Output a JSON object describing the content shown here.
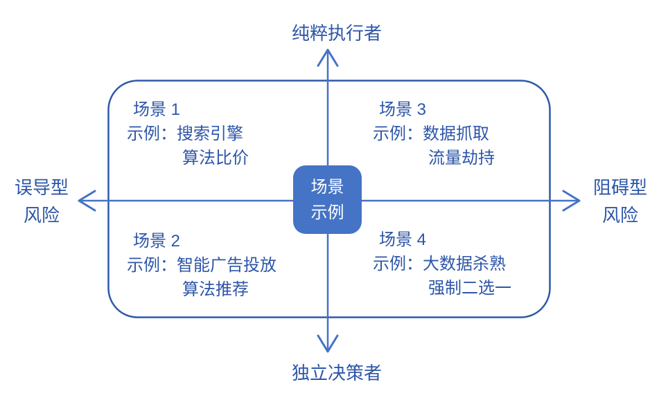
{
  "diagram": {
    "axis_labels": {
      "top": "纯粹执行者",
      "bottom": "独立决策者",
      "left": [
        "误导型",
        "风险"
      ],
      "right": [
        "阻碍型",
        "风险"
      ]
    },
    "center_badge": {
      "lines": [
        "场景",
        "示例"
      ]
    },
    "quadrants": [
      {
        "position": "top-left",
        "title": "场景 1",
        "example_line": "示例：搜索引擎",
        "extra_line": "算法比价"
      },
      {
        "position": "bottom-left",
        "title": "场景 2",
        "example_line": "示例：智能广告投放",
        "extra_line": "算法推荐"
      },
      {
        "position": "top-right",
        "title": "场景 3",
        "example_line": "示例：数据抓取",
        "extra_line": "流量劫持"
      },
      {
        "position": "bottom-right",
        "title": "场景 4",
        "example_line": "示例：大数据杀熟",
        "extra_line": "强制二选一"
      }
    ],
    "colors": {
      "axis_blue": "#4472C4",
      "frame_blue": "#2E59A8",
      "text_blue": "#2E56A8",
      "badge_fill": "#4573C5",
      "badge_text": "#FFFFFF"
    }
  }
}
